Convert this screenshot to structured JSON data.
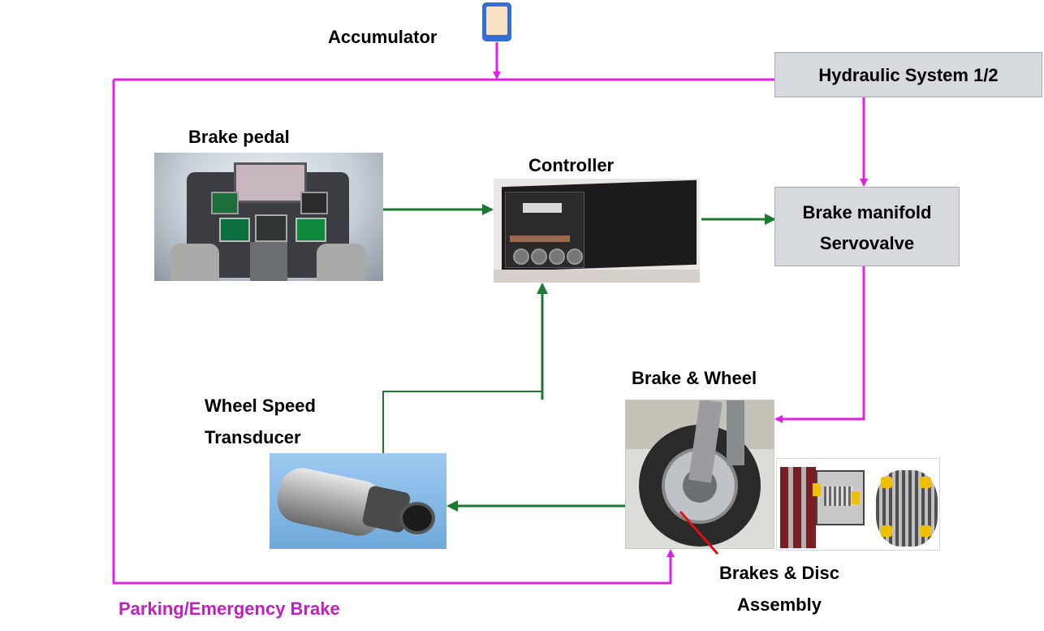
{
  "labels": {
    "accumulator": "Accumulator",
    "brake_pedal": "Brake pedal",
    "controller": "Controller",
    "brake_wheel": "Brake & Wheel",
    "wheel_speed_line1": "Wheel Speed",
    "wheel_speed_line2": "Transducer",
    "brakes_disc_line1": "Brakes & Disc",
    "brakes_disc_line2": "Assembly",
    "parking_brake": "Parking/Emergency Brake"
  },
  "boxes": {
    "hydraulic": "Hydraulic System 1/2",
    "manifold_line1": "Brake manifold",
    "manifold_line2": "Servovalve"
  },
  "colors": {
    "hydraulic_line": "#e020e0",
    "signal_line": "#1a7a30",
    "pointer": "#e01010",
    "parking_text": "#c020c0",
    "box_fill": "#d6d9de"
  },
  "icons": {
    "accumulator": "accumulator-icon",
    "cockpit": "cockpit-photo",
    "controller": "controller-photo",
    "transducer": "transducer-photo",
    "wheel": "wheel-photo",
    "disc": "disc-assembly-photo"
  }
}
